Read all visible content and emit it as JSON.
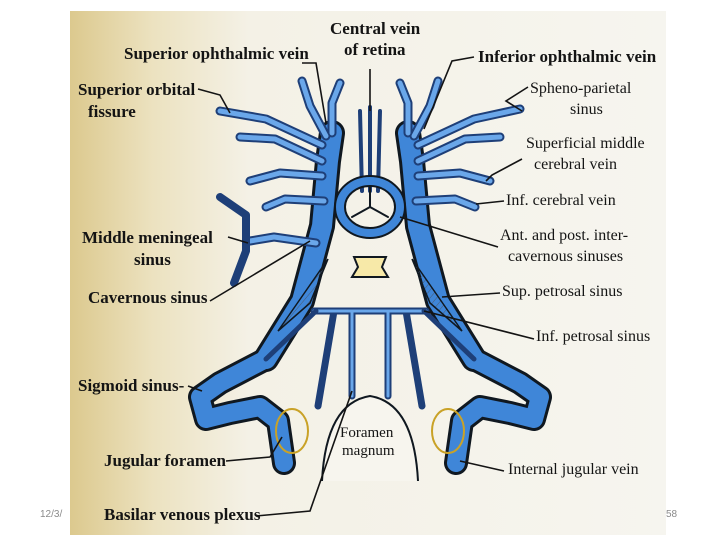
{
  "slide": {
    "date": "12/3/",
    "page_number": "58"
  },
  "labels": {
    "central_vein_line1": "Central vein",
    "central_vein_line2": "of retina",
    "superior_ophthalmic": "Superior ophthalmic vein",
    "inferior_ophthalmic": "Inferior ophthalmic vein",
    "superior_orbital_line1": "Superior orbital",
    "superior_orbital_line2": "fissure",
    "spheno_parietal_line1": "Spheno-parietal",
    "spheno_parietal_line2": "sinus",
    "sup_middle_cerebral_line1": "Superficial middle",
    "sup_middle_cerebral_line2": "cerebral vein",
    "inf_cerebral": "Inf. cerebral vein",
    "middle_meningeal_line1": "Middle meningeal",
    "middle_meningeal_line2": "sinus",
    "intercavernous_line1": "Ant. and post. inter-",
    "intercavernous_line2": "cavernous sinuses",
    "cavernous": "Cavernous sinus",
    "sup_petrosal": "Sup. petrosal sinus",
    "inf_petrosal": "Inf. petrosal sinus",
    "sigmoid": "Sigmoid sinus-",
    "foramen_magnum_line1": "Foramen",
    "foramen_magnum_line2": "magnum",
    "jugular_foramen": "Jugular foramen",
    "internal_jugular": "Internal jugular vein",
    "basilar_plexus": "Basilar venous plexus"
  },
  "colors": {
    "vein": "#3f86d8",
    "vein_light": "#6aa7ea",
    "vein_dark": "#1e3f78",
    "outline": "#101820",
    "paper": "#f4f1e6",
    "paper_edge": "#dcc98e"
  }
}
